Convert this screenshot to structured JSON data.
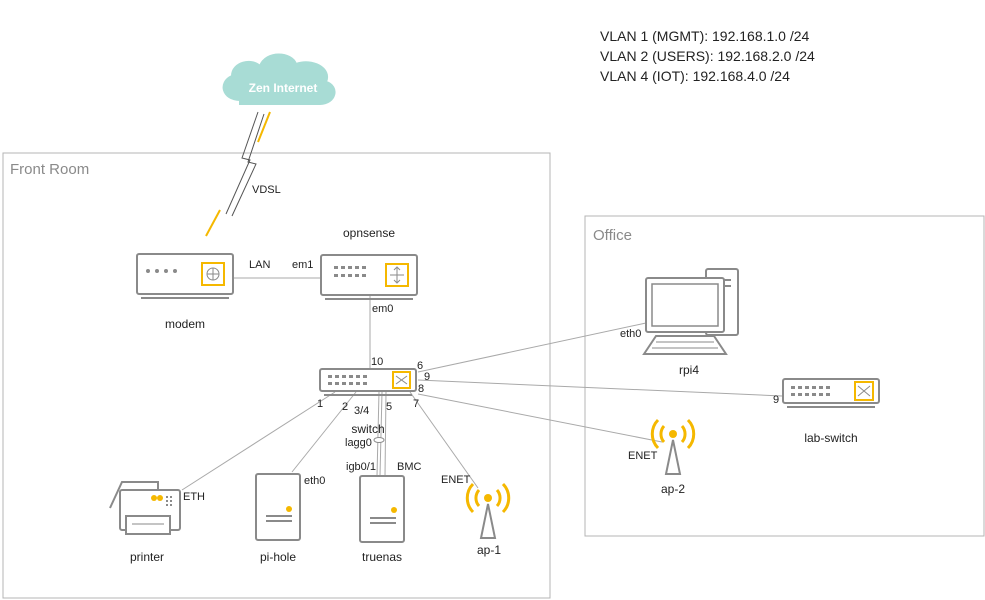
{
  "vlans": [
    "VLAN 1 (MGMT): 192.168.1.0 /24",
    "VLAN 2 (USERS): 192.168.2.0 /24",
    "VLAN 4 (IOT): 192.168.4.0 /24"
  ],
  "zones": {
    "front_room": "Front Room",
    "office": "Office"
  },
  "cloud": {
    "label": "Zen Internet",
    "link_label": "VDSL"
  },
  "devices": {
    "modem": "modem",
    "opnsense": "opnsense",
    "switch": "switch",
    "printer": "printer",
    "pihole": "pi-hole",
    "truenas": "truenas",
    "ap1": "ap-1",
    "ap2": "ap-2",
    "rpi4": "rpi4",
    "lab_switch": "lab-switch"
  },
  "ports": {
    "lan": "LAN",
    "em1": "em1",
    "em0": "em0",
    "sw10": "10",
    "sw6": "6",
    "sw9": "9",
    "sw8": "8",
    "sw1": "1",
    "sw2": "2",
    "sw34": "3/4",
    "sw5": "5",
    "sw7": "7",
    "lagg0": "lagg0",
    "igb01": "igb0/1",
    "bmc": "BMC",
    "enet_ap1": "ENET",
    "enet_ap2": "ENET",
    "printer_eth": "ETH",
    "pihole_eth0": "eth0",
    "rpi4_eth0": "eth0",
    "lab9": "9"
  },
  "colors": {
    "accent": "#f5b800",
    "cloud": "#a8dcd5",
    "device": "#8a8a8a",
    "link": "#a9a9a9"
  }
}
